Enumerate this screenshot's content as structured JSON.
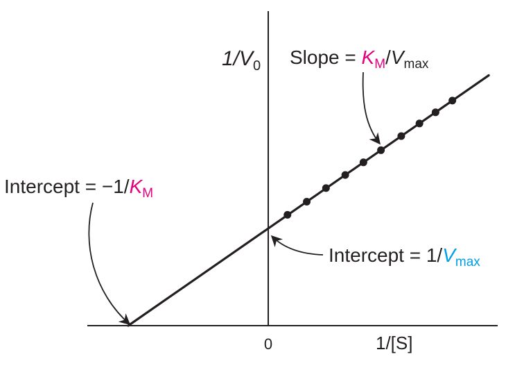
{
  "chart_data": {
    "type": "line",
    "title": "",
    "xlabel": "1/[S]",
    "ylabel": "1/V",
    "ylabel_subscript": "0",
    "x_origin_label": "0",
    "xlim": [
      -4,
      6.3
    ],
    "ylim": [
      0,
      5.35
    ],
    "line": {
      "slope": 0.5,
      "y_intercept": 2,
      "x_intercept": -4,
      "x_end": 6.3
    },
    "series": [
      {
        "x": [
          0.55,
          1.1,
          1.65,
          2.2,
          2.72,
          3.22,
          3.8,
          4.32,
          4.78,
          5.26
        ],
        "y": [
          2.28,
          2.55,
          2.83,
          3.1,
          3.36,
          3.61,
          3.9,
          4.16,
          4.39,
          4.63
        ]
      }
    ],
    "annotations": {
      "slope": {
        "prefix": "Slope = ",
        "num": "K",
        "num_sub": "M",
        "sep": "/",
        "den": "V",
        "den_sub": "max"
      },
      "x_intercept": {
        "prefix": "Intercept = −1/",
        "var": "K",
        "var_sub": "M"
      },
      "y_intercept": {
        "prefix": "Intercept = 1/",
        "var": "V",
        "var_sub": "max"
      }
    },
    "colors": {
      "km": "#e4007c",
      "vmax": "#00a0e4",
      "ink": "#231f20"
    },
    "grid": false,
    "legend": "none"
  }
}
